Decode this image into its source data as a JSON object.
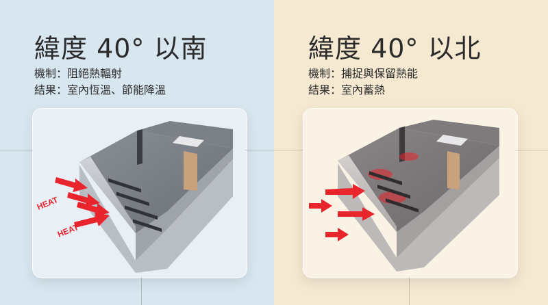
{
  "colors": {
    "left_background": "#d8e6f0",
    "right_background": "#f5e9d2",
    "heat_arrow": "#e8242c",
    "text": "#2a2a2a"
  },
  "left_panel": {
    "title": "緯度 40° 以南",
    "mechanism": "機制：阻絕熱輻射",
    "result": "結果：室內恆溫、節能降溫",
    "heat_labels": [
      "HEAT",
      "HEAT"
    ]
  },
  "right_panel": {
    "title": "緯度 40° 以北",
    "mechanism": "機制：捕捉與保留熱能",
    "result": "結果：室內蓄熱"
  }
}
